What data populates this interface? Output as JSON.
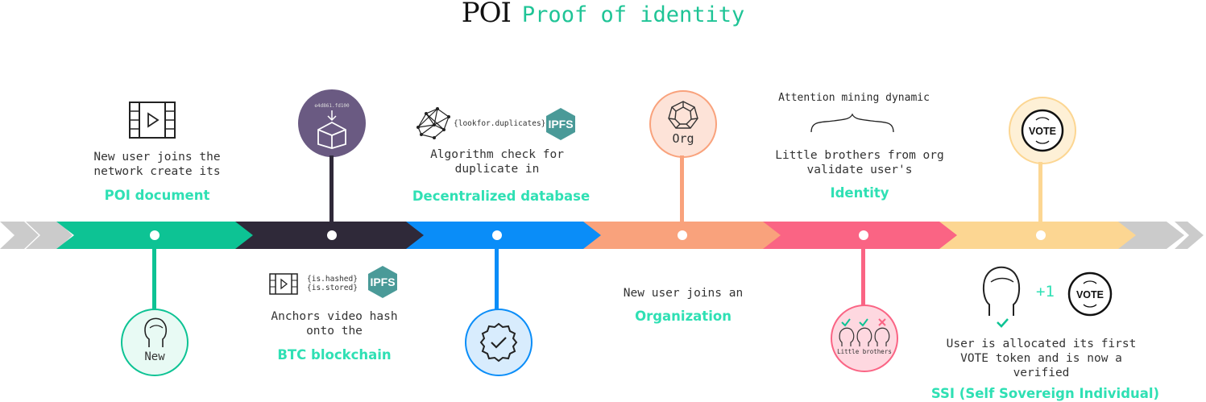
{
  "title": {
    "main": "POI",
    "sub": "Proof of identity"
  },
  "colors": {
    "step1": "#0dc394",
    "step2": "#2f2939",
    "step3": "#0a8df8",
    "step4": "#f9a27c",
    "step5": "#fa6484",
    "step6": "#fcd692",
    "arrow_gray": "#cbcbcb",
    "highlight": "#2fe0b4",
    "purple": "#6a5a82"
  },
  "steps": [
    {
      "description": "New user joins the\nnetwork create its",
      "highlight": "POI document",
      "circle_label": "New",
      "circle_icon": "head-icon",
      "top_icon": "video-icon"
    },
    {
      "circle_tag": "e4d861.fd100",
      "circle_icon": "box-icon",
      "code_lines": "{is.hashed}\n{is.stored}",
      "ipfs_label": "IPFS",
      "description": "Anchors video hash\nonto the",
      "highlight": "BTC blockchain"
    },
    {
      "code": "{lookfor.duplicates}",
      "ipfs_label": "IPFS",
      "description": "Algorithm check for\nduplicate in",
      "highlight": "Decentralized database",
      "circle_icon": "check-badge-icon"
    },
    {
      "circle_label": "Org",
      "circle_icon": "gem-icon",
      "description": "New user joins an",
      "highlight": "Organization"
    },
    {
      "caption": "Attention mining dynamic",
      "description": "Little brothers from org\nvalidate user's",
      "highlight": "Identity",
      "circle_label": "Little brothers",
      "circle_icon": "three-heads-icon"
    },
    {
      "circle_icon": "vote-badge-icon",
      "vote_label": "VOTE",
      "plus_label": "+1",
      "description": "User is allocated its first\nVOTE token and is now a\nverified",
      "highlight": "SSI (Self Sovereign Individual)"
    }
  ]
}
